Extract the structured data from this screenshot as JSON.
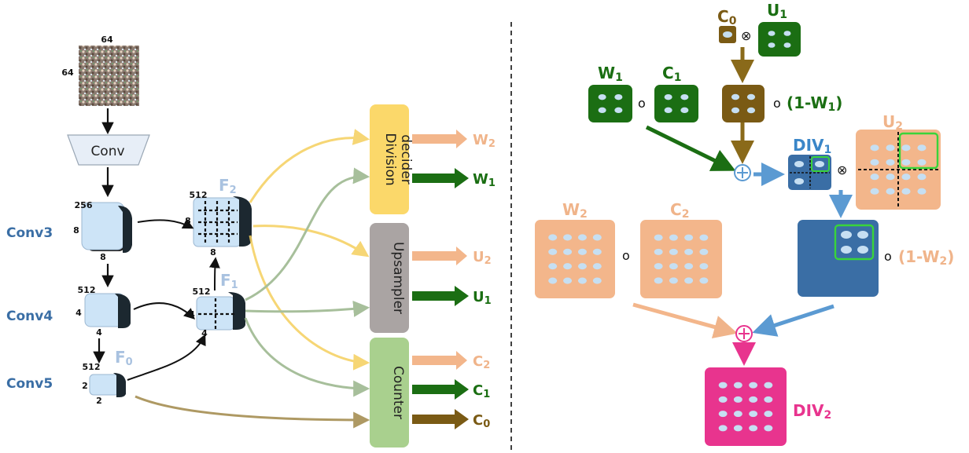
{
  "left": {
    "input_dim_top": "64",
    "input_dim_left": "64",
    "conv_label": "Conv",
    "conv3": {
      "label": "Conv3",
      "c": "256",
      "h": "8",
      "w": "8"
    },
    "conv4": {
      "label": "Conv4",
      "c": "512",
      "h": "4",
      "w": "4"
    },
    "conv5": {
      "label": "Conv5",
      "c": "512",
      "h": "2",
      "w": "2"
    },
    "f0": {
      "label": "F",
      "sub": "0"
    },
    "f1": {
      "label": "F",
      "sub": "1",
      "c": "512",
      "h": "4",
      "w": "4"
    },
    "f2": {
      "label": "F",
      "sub": "2",
      "c": "512",
      "h": "8",
      "w": "8"
    },
    "division_decider": {
      "line1": "Division",
      "line2": "decider"
    },
    "upsampler": "Upsampler",
    "counter": "Counter",
    "outputs": {
      "w2": {
        "main": "W",
        "sub": "2"
      },
      "w1": {
        "main": "W",
        "sub": "1"
      },
      "u2": {
        "main": "U",
        "sub": "2"
      },
      "u1": {
        "main": "U",
        "sub": "1"
      },
      "c2": {
        "main": "C",
        "sub": "2"
      },
      "c1": {
        "main": "C",
        "sub": "1"
      },
      "c0": {
        "main": "C",
        "sub": "0"
      }
    }
  },
  "right": {
    "c0": {
      "main": "C",
      "sub": "0"
    },
    "u1": {
      "main": "U",
      "sub": "1"
    },
    "w1": {
      "main": "W",
      "sub": "1"
    },
    "c1": {
      "main": "C",
      "sub": "1"
    },
    "one_minus_w1": {
      "main": "(1-W",
      "sub": "1",
      "close": ")"
    },
    "div1": {
      "main": "DIV",
      "sub": "1"
    },
    "u2": {
      "main": "U",
      "sub": "2"
    },
    "w2": {
      "main": "W",
      "sub": "2"
    },
    "c2": {
      "main": "C",
      "sub": "2"
    },
    "one_minus_w2": {
      "main": "(1-W",
      "sub": "2",
      "close": ")"
    },
    "div2": {
      "main": "DIV",
      "sub": "2"
    },
    "op_otimes": "⊗",
    "op_circle": "o"
  },
  "colors": {
    "green": "#1b6e13",
    "brown": "#7a5a14",
    "tan": "#f3b68b",
    "blue": "#3a86c8",
    "pink": "#e8348e",
    "cube_face": "#cde4f7",
    "yellow_box": "#fbd86a",
    "gray_box": "#aaa4a3",
    "green_box": "#a9d08e"
  }
}
